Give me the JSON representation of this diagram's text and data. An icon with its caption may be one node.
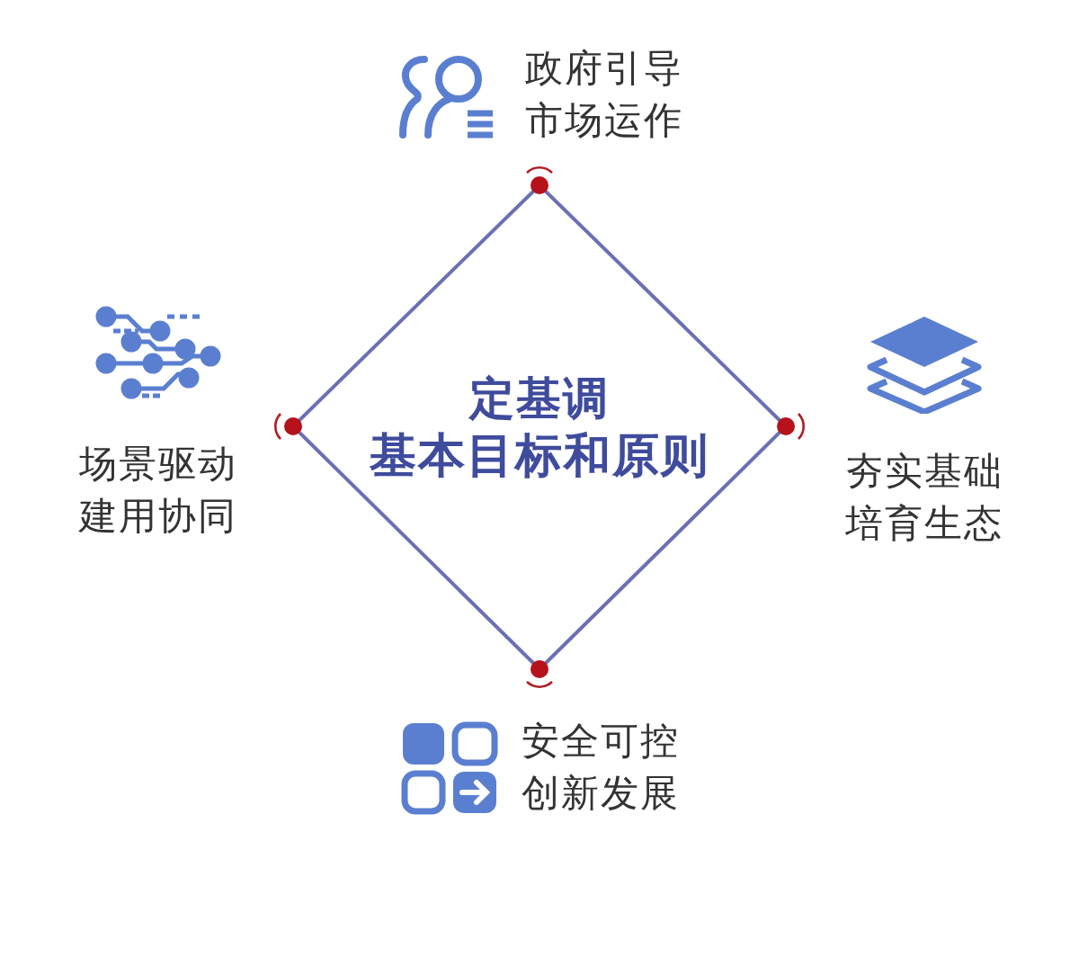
{
  "diagram": {
    "nodes": [
      {
        "text": [
          "定基调",
          "基本目标和原则"
        ]
      },
      {
        "text": [
          "政府引导",
          "市场运作"
        ]
      },
      {
        "text": [
          "场景驱动",
          "建用协同"
        ]
      },
      {
        "text": [
          "夯实基础",
          "培育生态"
        ]
      },
      {
        "text": [
          "安全可控",
          "创新发展"
        ]
      }
    ]
  }
}
